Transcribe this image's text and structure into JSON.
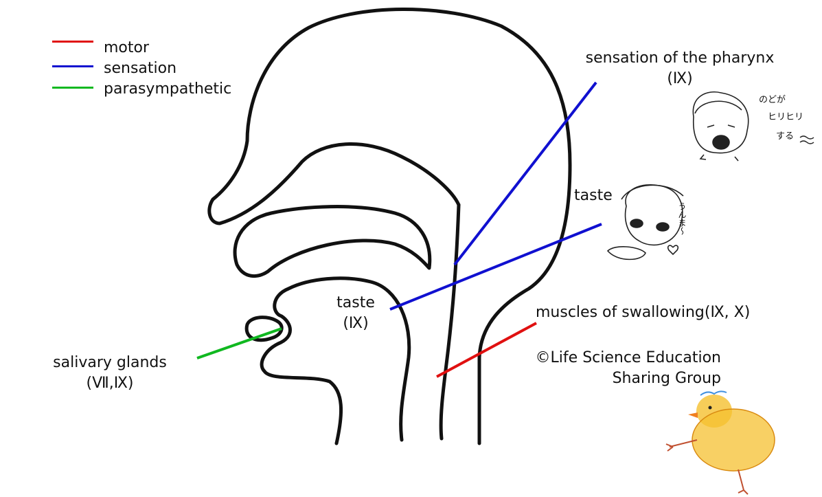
{
  "legend": {
    "items": [
      {
        "label": "motor",
        "color": "#e01010"
      },
      {
        "label": "sensation",
        "color": "#1010d0"
      },
      {
        "label": "parasympathetic",
        "color": "#10b820"
      }
    ]
  },
  "labels": {
    "pharynx_sensation": {
      "line1": "sensation of the pharynx",
      "line2": "(Ⅸ)"
    },
    "taste_upper": "taste",
    "taste_tongue": {
      "line1": "taste",
      "line2": "(Ⅸ)"
    },
    "swallowing": "muscles of swallowing(Ⅸ, Ⅹ)",
    "salivary": {
      "line1": "salivary glands",
      "line2": "(Ⅶ,Ⅸ)"
    },
    "copyright": {
      "line1": "©Life Science Education",
      "line2": "Sharing Group"
    }
  },
  "doodle_text": {
    "throat": [
      "のどが",
      "ヒリヒリ",
      "する"
    ],
    "yummy": "うんま〜"
  }
}
